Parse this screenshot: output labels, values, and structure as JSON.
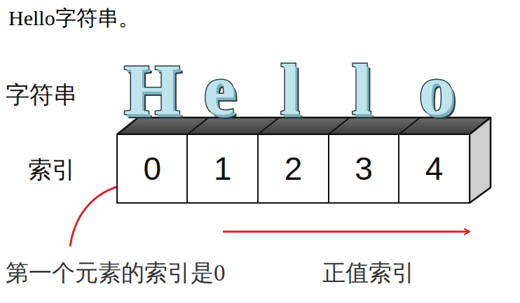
{
  "diagram": {
    "title": "Hello字符串。",
    "nodes": [
      {
        "text": [
          "0"
        ]
      },
      {
        "text": [
          "1"
        ]
      },
      {
        "text": [
          "2"
        ]
      },
      {
        "text": [
          "3"
        ]
      },
      {
        "text": [
          "4"
        ]
      }
    ],
    "labels": [
      "字符串",
      "H",
      "e",
      "l",
      "l",
      "o",
      "索引",
      "第一个元素的索引是0",
      "正值索引"
    ]
  }
}
